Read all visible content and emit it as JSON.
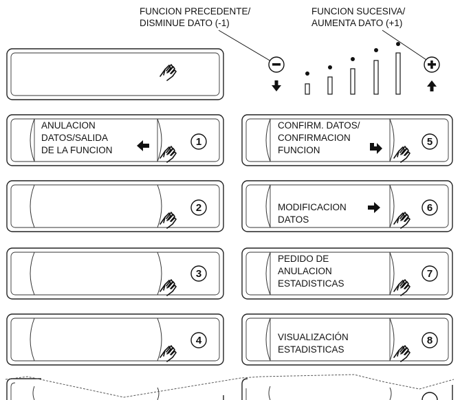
{
  "captions": {
    "prev_line1": "FUNCION PRECEDENTE/",
    "prev_line2": "DISMINUE DATO (-1)",
    "next_line1": "FUNCION SUCESIVA/",
    "next_line2": "AUMENTA DATO (+1)"
  },
  "keys": {
    "key1": {
      "number": "1",
      "lines": [
        "ANULACION",
        "DATOS/SALIDA",
        "DE LA FUNCION"
      ],
      "arrow": "left-arrow-icon"
    },
    "key2": {
      "number": "2",
      "lines": []
    },
    "key3": {
      "number": "3",
      "lines": []
    },
    "key4": {
      "number": "4",
      "lines": []
    },
    "key5": {
      "number": "5",
      "lines": [
        "CONFIRM. DATOS/",
        "CONFIRMACION",
        "FUNCION"
      ],
      "arrow": "enter-arrow-icon"
    },
    "key6": {
      "number": "6",
      "lines": [
        "MODIFICACION",
        "DATOS"
      ],
      "arrow": "right-arrow-icon"
    },
    "key7": {
      "number": "7",
      "lines": [
        "PEDIDO DE",
        "ANULACION",
        "ESTADISTICAS"
      ]
    },
    "key8": {
      "number": "8",
      "lines": [
        "VISUALIZACIÓN",
        "ESTADISTICAS"
      ]
    }
  },
  "level_indicator": {
    "bars": 5
  },
  "icons": {
    "minus": "minus-button-icon",
    "plus": "plus-button-icon",
    "down": "down-arrow-icon",
    "up": "up-arrow-icon",
    "touch": "touch-finger-icon"
  }
}
